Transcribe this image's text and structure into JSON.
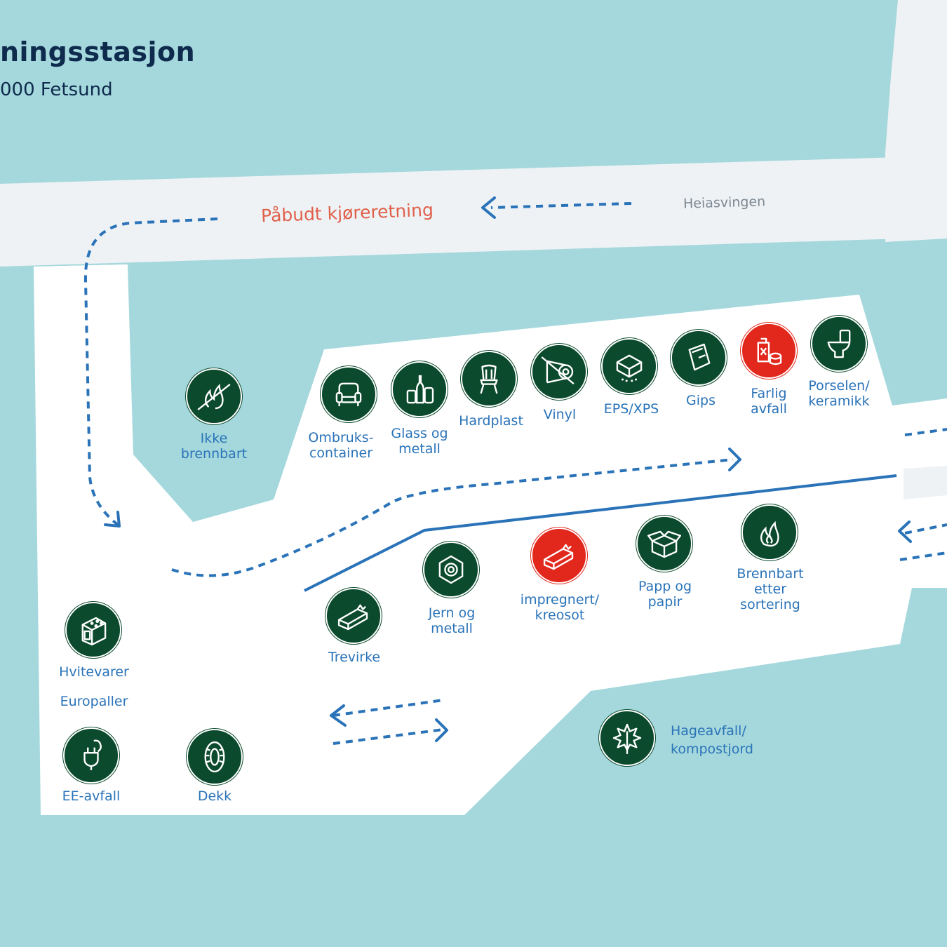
{
  "header": {
    "title": "ningsstasjon",
    "subtitle": "000 Fetsund"
  },
  "roads": {
    "street_name": "Heiasvingen",
    "direction_label": "Påbudt kjøreretning"
  },
  "stations": [
    {
      "id": "ikke-brennbart",
      "label_line1": "Ikke",
      "label_line2": "brennbart",
      "icon": "no-fire-icon",
      "color": "green"
    },
    {
      "id": "ombrukscontainer",
      "label_line1": "Ombruks-",
      "label_line2": "container",
      "icon": "armchair-icon",
      "color": "green"
    },
    {
      "id": "glass-og-metall",
      "label_line1": "Glass og",
      "label_line2": "metall",
      "icon": "bottles-cans-icon",
      "color": "green"
    },
    {
      "id": "hardplast",
      "label_line1": "Hardplast",
      "label_line2": "",
      "icon": "plastic-chair-icon",
      "color": "green"
    },
    {
      "id": "vinyl",
      "label_line1": "Vinyl",
      "label_line2": "",
      "icon": "vinyl-roll-icon",
      "color": "green"
    },
    {
      "id": "eps-xps",
      "label_line1": "EPS/XPS",
      "label_line2": "",
      "icon": "foam-block-icon",
      "color": "green"
    },
    {
      "id": "gips",
      "label_line1": "Gips",
      "label_line2": "",
      "icon": "gypsum-board-icon",
      "color": "green"
    },
    {
      "id": "farlig-avfall",
      "label_line1": "Farlig",
      "label_line2": "avfall",
      "icon": "hazardous-canister-icon",
      "color": "red"
    },
    {
      "id": "porselen-keramikk",
      "label_line1": "Porselen/",
      "label_line2": "keramikk",
      "icon": "toilet-icon",
      "color": "green"
    },
    {
      "id": "trevirke",
      "label_line1": "Trevirke",
      "label_line2": "",
      "icon": "wood-beam-icon",
      "color": "green"
    },
    {
      "id": "jern-og-metall",
      "label_line1": "Jern og",
      "label_line2": "metall",
      "icon": "metal-nut-icon",
      "color": "green"
    },
    {
      "id": "impregnert-kreosot",
      "label_line1": "impregnert/",
      "label_line2": "kreosot",
      "icon": "treated-wood-icon",
      "color": "red"
    },
    {
      "id": "papp-og-papir",
      "label_line1": "Papp og",
      "label_line2": "papir",
      "icon": "cardboard-box-icon",
      "color": "green"
    },
    {
      "id": "brennbart-etter-sortering",
      "label_line1": "Brennbart",
      "label_line2": "etter",
      "label_line3": "sortering",
      "icon": "flame-icon",
      "color": "green"
    },
    {
      "id": "hvitevarer",
      "label_line1": "Hvitevarer",
      "label_line2": "",
      "icon": "stove-icon",
      "color": "green"
    },
    {
      "id": "europaller",
      "label_line1": "Europaller",
      "label_line2": "",
      "color": "green"
    },
    {
      "id": "ee-avfall",
      "label_line1": "EE-avfall",
      "label_line2": "",
      "icon": "power-plug-icon",
      "color": "green"
    },
    {
      "id": "dekk",
      "label_line1": "Dekk",
      "label_line2": "",
      "icon": "tire-icon",
      "color": "green"
    },
    {
      "id": "hageavfall-kompostjord",
      "label_line1": "Hageavfall/",
      "label_line2": "kompostjord",
      "icon": "leaf-icon",
      "color": "green"
    }
  ],
  "colors": {
    "water_background": "#a5d8dc",
    "road": "#eef2f5",
    "yard": "#ffffff",
    "icon_green": "#0b4a2c",
    "icon_red": "#e2271c",
    "route_blue": "#2a73b8",
    "direction_red": "#e0604a"
  }
}
